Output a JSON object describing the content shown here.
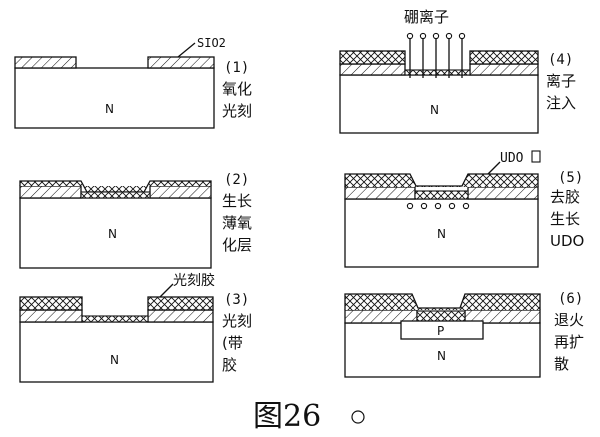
{
  "steps": [
    {
      "num": "(1)",
      "lines": [
        "氧化",
        "光刻"
      ],
      "substrate": "N",
      "tag": "SIO2"
    },
    {
      "num": "(2)",
      "lines": [
        "生长",
        "薄氧",
        "化层"
      ],
      "substrate": "N"
    },
    {
      "num": "(3)",
      "lines": [
        "光刻",
        "(带",
        "胶"
      ],
      "substrate": "N",
      "tag": "光刻胶"
    },
    {
      "num": "(4)",
      "lines": [
        "离子",
        "注入"
      ],
      "substrate": "N",
      "tag": "硼离子"
    },
    {
      "num": "(5)",
      "lines": [
        "去胶",
        "生长",
        "UDO"
      ],
      "substrate": "N",
      "tag": "UDO"
    },
    {
      "num": "(6)",
      "lines": [
        "退火",
        "再扩",
        "散"
      ],
      "substrate": "N",
      "region": "P"
    }
  ],
  "caption": "图26"
}
